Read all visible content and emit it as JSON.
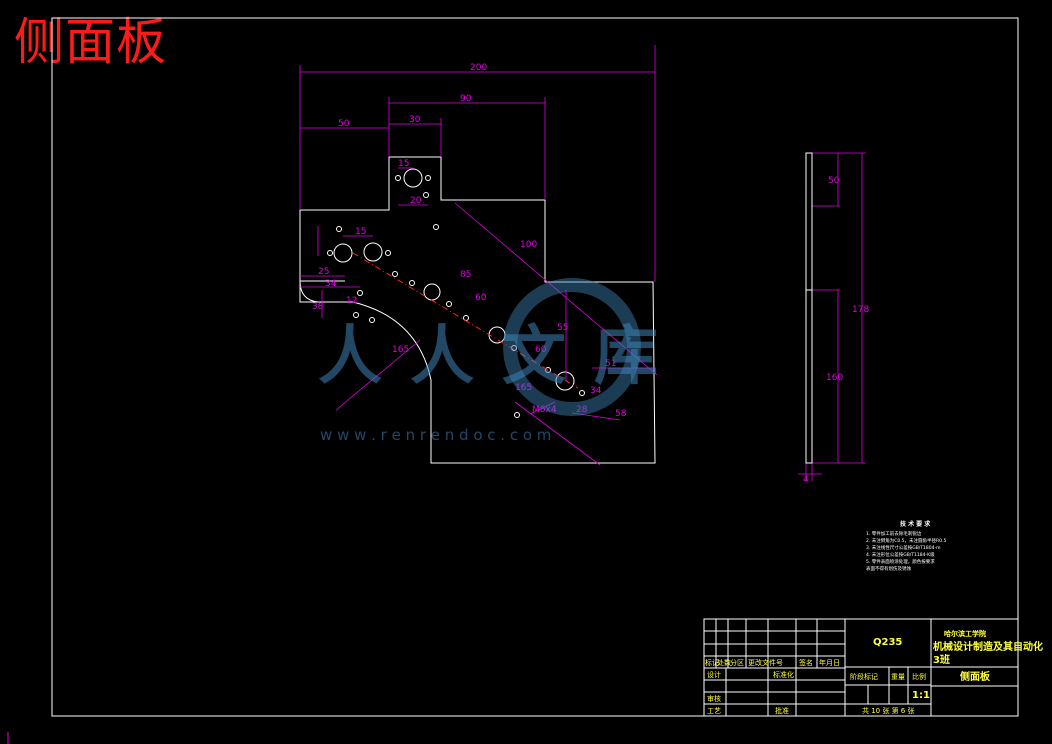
{
  "title": "侧面板",
  "dims": {
    "d200": "200",
    "d90": "90",
    "d50": "50",
    "d30": "30",
    "d15a": "15",
    "d15b": "15",
    "d20": "20",
    "d25": "25",
    "d34": "34",
    "d38": "38",
    "d12": "12",
    "d100": "100",
    "d165": "165",
    "d85": "85",
    "d60": "60",
    "d55": "55",
    "d51": "51",
    "d34b": "34",
    "d58": "58",
    "d28": "28",
    "d60b": "60",
    "d165b": "165",
    "m6": "M6x4",
    "side50": "50",
    "side178": "178",
    "side160": "160",
    "side4": "4"
  },
  "tech": {
    "heading": "技 术 要 求",
    "lines": [
      "1. 零件加工前去除毛刺锐边",
      "2. 未注倒角为C0.5，未注圆角半径R0.5",
      "3. 未注线性尺寸公差按GB/T1804-m",
      "4. 未注形位公差按GB/T1184-K级",
      "5. 零件表面喷涂处理，颜色按要求",
      "   表面不得有划伤及锈蚀"
    ]
  },
  "titleblock": {
    "material": "Q235",
    "school": "哈尔滨工学院",
    "course": "机械设计制造及其自动化",
    "cls": "3班",
    "part": "侧面板",
    "scale": "1:1",
    "headers": [
      "标记",
      "处数",
      "分区",
      "更改文件号",
      "签名",
      "年月日"
    ],
    "rows": [
      "设计",
      "审核",
      "工艺"
    ],
    "std": "标准化",
    "approve": "批准",
    "stage": [
      "阶段标记",
      "重量",
      "比例"
    ],
    "sheets": "共 10 张  第 6 张"
  },
  "watermark": {
    "logo": "人人文库",
    "url": "w w w . r e n r e n d o c . c o m"
  }
}
